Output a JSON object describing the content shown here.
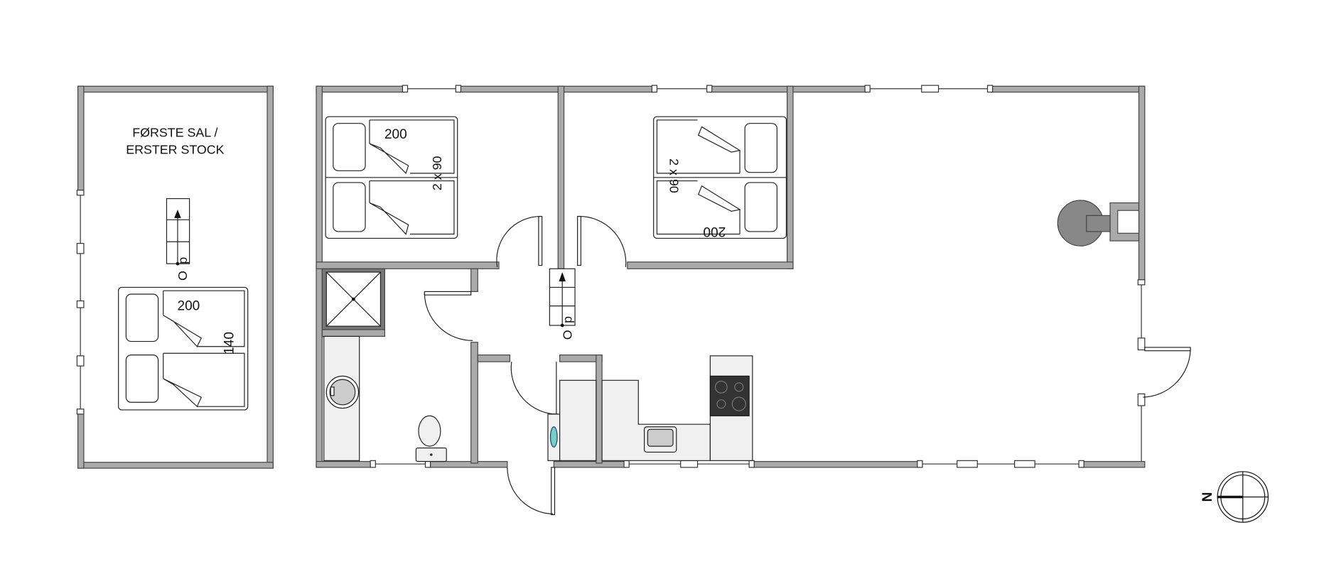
{
  "plan": {
    "upper_floor": {
      "title_line1": "FØRSTE SAL /",
      "title_line2": "ERSTER STOCK",
      "stairs_label": "Op",
      "bed": {
        "length": "200",
        "width": "140"
      }
    },
    "ground_floor": {
      "bedroom_1": {
        "bed_length": "200",
        "bed_width": "2 x 90"
      },
      "bedroom_2": {
        "bed_length": "200",
        "bed_width": "2 x 90"
      },
      "stairs_label": "Op"
    },
    "compass": {
      "label": "N"
    }
  },
  "colors": {
    "wall": "#aaaaaa",
    "outline": "#444444",
    "stove": "#888888",
    "cooktop": "#333333"
  }
}
